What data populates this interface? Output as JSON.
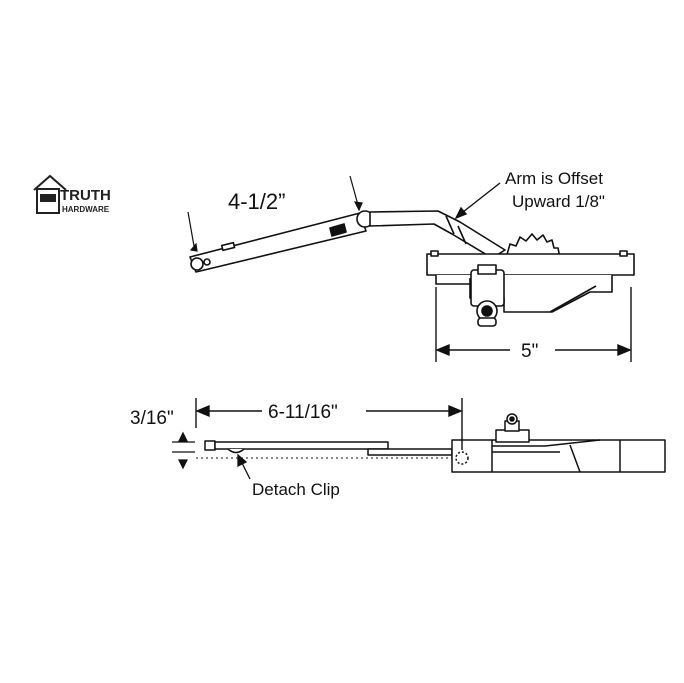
{
  "logo": {
    "brand": "TRUTH",
    "subtitle": "HARDWARE"
  },
  "callouts": {
    "arm_length": "4-1/2”",
    "offset_line1": "Arm is Offset",
    "offset_line2": "Upward 1/8\"",
    "base_width": "5\"",
    "height_offset": "3/16\"",
    "arm_extension": "6-11/16\"",
    "detach_clip": "Detach Clip"
  },
  "colors": {
    "line": "#111111",
    "background": "#ffffff"
  }
}
